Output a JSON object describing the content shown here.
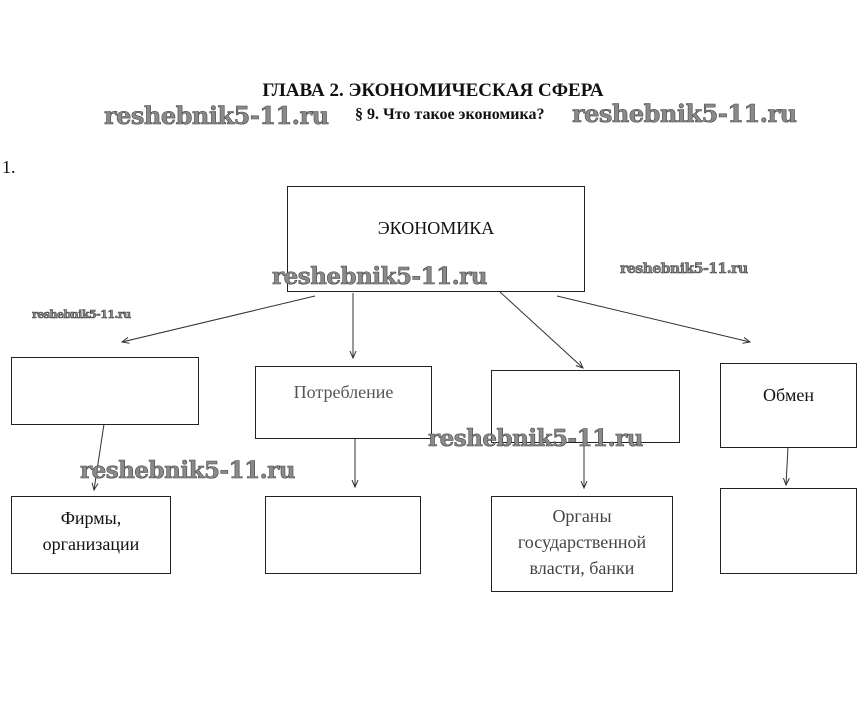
{
  "header": {
    "chapter_title": "ГЛАВА 2. ЭКОНОМИЧЕСКАЯ СФЕРА",
    "section_title": "§ 9. Что такое экономика?"
  },
  "task_number": "1.",
  "diagram": {
    "root": "ЭКОНОМИКА",
    "level1": [
      "",
      "Потребление",
      "",
      "Обмен"
    ],
    "level2": [
      "Фирмы, организации",
      "",
      "Органы государственной власти, банки",
      ""
    ]
  },
  "watermark": "reshebnik5-11.ru"
}
